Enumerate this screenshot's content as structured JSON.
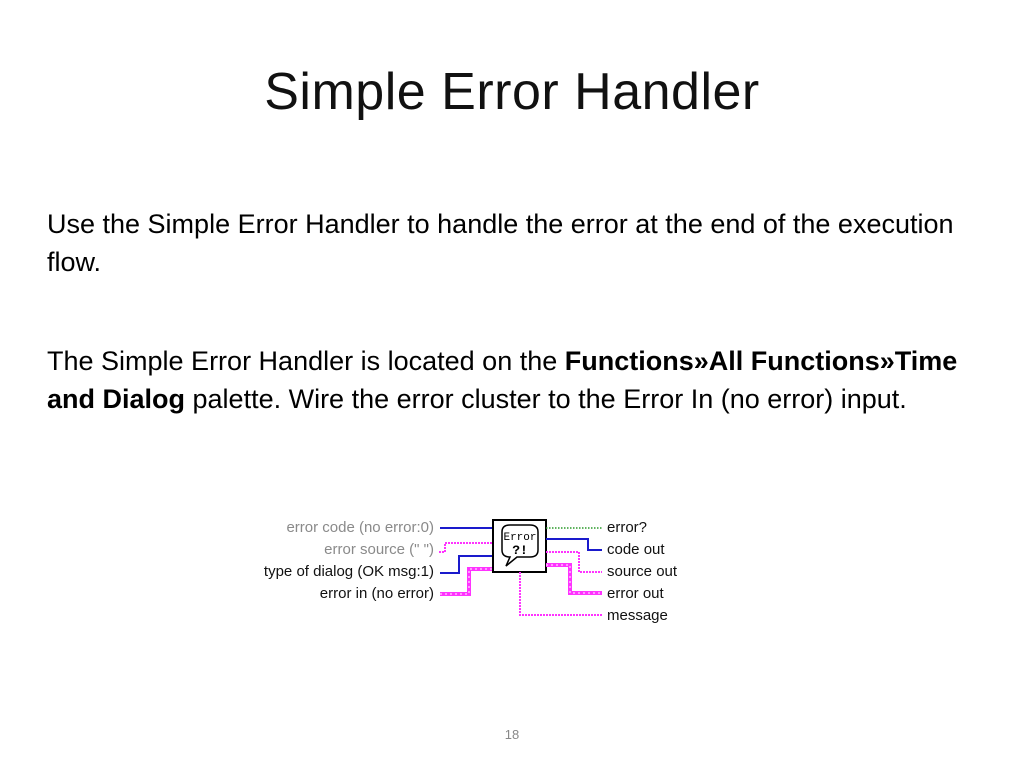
{
  "slide": {
    "title": "Simple Error Handler",
    "paragraph1": "Use the Simple Error Handler to handle the error at the end of the execution flow.",
    "paragraph2": {
      "pre": "The Simple Error Handler is located on the ",
      "bold": "Functions»All Functions»Time and Dialog",
      "post": " palette. Wire the error cluster to the Error In (no error) input."
    },
    "page_number": "18"
  },
  "diagram": {
    "icon_text_top": "Error",
    "icon_text_bottom": "?!",
    "inputs": [
      {
        "label": "error code (no error:0)",
        "style": "optional",
        "wire": "numeric"
      },
      {
        "label": "error source (\" \")",
        "style": "optional",
        "wire": "string"
      },
      {
        "label": "type of dialog (OK msg:1)",
        "style": "required",
        "wire": "numeric"
      },
      {
        "label": "error in (no error)",
        "style": "required",
        "wire": "cluster"
      }
    ],
    "outputs": [
      {
        "label": "error?",
        "wire": "boolean"
      },
      {
        "label": "code out",
        "wire": "numeric"
      },
      {
        "label": "source out",
        "wire": "string"
      },
      {
        "label": "error out",
        "wire": "cluster"
      },
      {
        "label": "message",
        "wire": "string"
      }
    ],
    "colors": {
      "numeric_wire": "#1a1acc",
      "string_wire": "#ff33ff",
      "boolean_wire": "#2a9a2a",
      "optional_label": "#8a8a8a",
      "required_label": "#111111"
    }
  }
}
